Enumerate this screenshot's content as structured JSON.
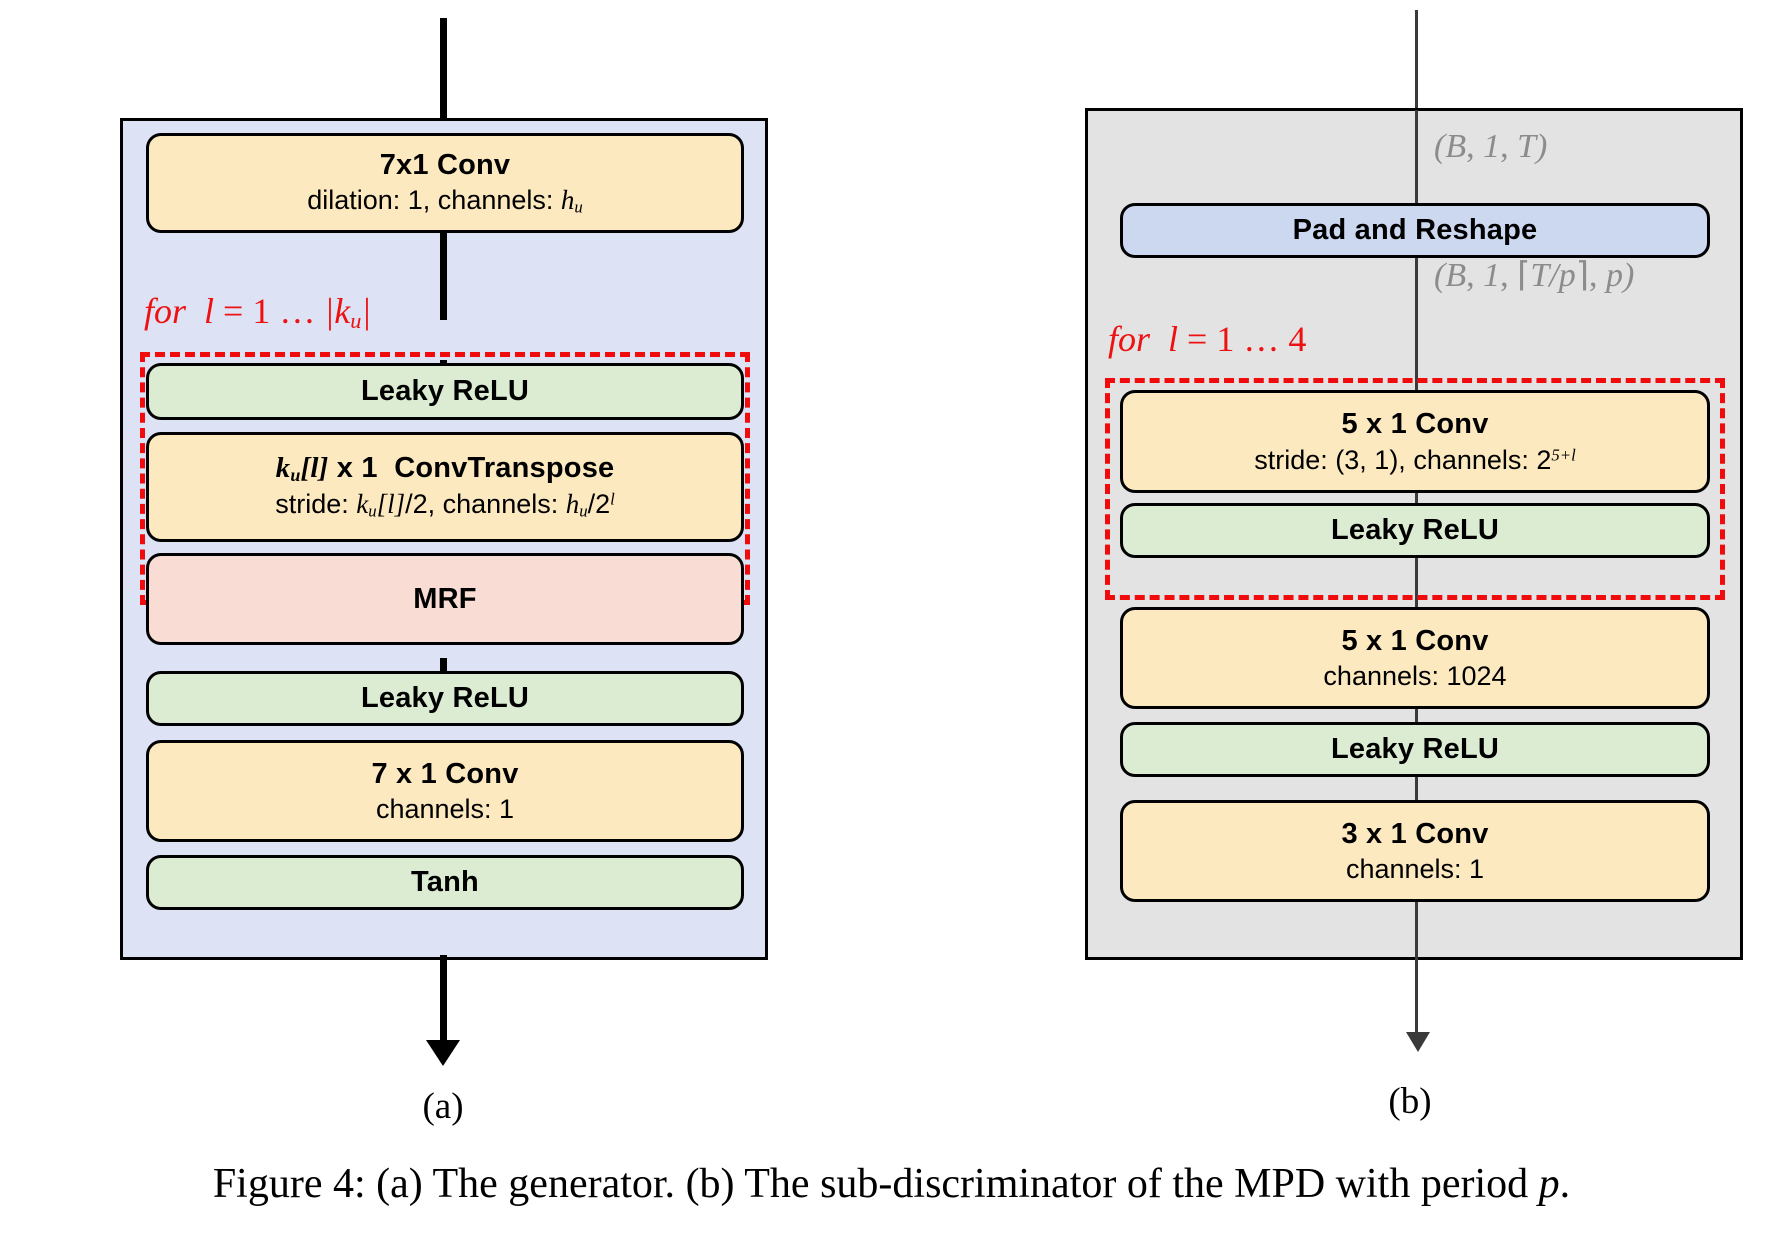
{
  "figure": {
    "caption_prefix": "Figure 4:",
    "caption_a": "(a) The generator.",
    "caption_b": "(b) The sub-discriminator of the MPD with period",
    "caption_sym": "p",
    "caption_end": "."
  },
  "panel_a": {
    "label": "(a)",
    "loop_label": "for  l = 1 … |k_u|",
    "loop_label_parts": {
      "kw": "for",
      "var": "l",
      "eq": "= 1 …",
      "bound": "|k_u|"
    },
    "nodes": [
      {
        "name": "conv-7x1-in",
        "title": "7x1 Conv",
        "subtitle": "dilation: 1, channels: h_u",
        "color": "yellow"
      },
      {
        "name": "leaky-relu-loop",
        "title": "Leaky ReLU",
        "subtitle": "",
        "color": "green"
      },
      {
        "name": "convtranspose",
        "title": "k_u[l] x 1  ConvTranspose",
        "subtitle": "stride: k_u[l]/2, channels: h_u/2^l",
        "color": "yellow"
      },
      {
        "name": "mrf",
        "title": "MRF",
        "subtitle": "",
        "color": "pink"
      },
      {
        "name": "leaky-relu-out",
        "title": "Leaky ReLU",
        "subtitle": "",
        "color": "green"
      },
      {
        "name": "conv-7x1-out",
        "title": "7 x 1  Conv",
        "subtitle": "channels: 1",
        "color": "yellow"
      },
      {
        "name": "tanh",
        "title": "Tanh",
        "subtitle": "",
        "color": "green"
      }
    ]
  },
  "panel_b": {
    "label": "(b)",
    "loop_label": "for  l = 1 … 4",
    "loop_label_parts": {
      "kw": "for",
      "var": "l",
      "eq": "= 1 …",
      "bound": "4"
    },
    "shapes": [
      {
        "name": "shape-input",
        "text": "(B, 1, T)"
      },
      {
        "name": "shape-reshaped",
        "text": "(B, 1, [T/p], p)"
      }
    ],
    "nodes": [
      {
        "name": "pad-and-reshape",
        "title": "Pad and Reshape",
        "subtitle": "",
        "color": "blue"
      },
      {
        "name": "conv-5x1-loop",
        "title": "5 x 1  Conv",
        "subtitle": "stride: (3, 1), channels: 2^5+l",
        "color": "yellow"
      },
      {
        "name": "leaky-relu-loop",
        "title": "Leaky ReLU",
        "subtitle": "",
        "color": "green"
      },
      {
        "name": "conv-5x1-1024",
        "title": "5 x 1  Conv",
        "subtitle": "channels: 1024",
        "color": "yellow"
      },
      {
        "name": "leaky-relu-out",
        "title": "Leaky ReLU",
        "subtitle": "",
        "color": "green"
      },
      {
        "name": "conv-3x1-out",
        "title": "3 x 1  Conv",
        "subtitle": "channels: 1",
        "color": "yellow"
      }
    ]
  },
  "colors": {
    "conv": "#fce9c0",
    "activation": "#dcecd3",
    "mrf": "#f9ddd4",
    "reshape": "#ccd7f0",
    "panel_a_bg": "#dde3f4",
    "panel_b_bg": "#e3e3e3",
    "loop": "#ee1111",
    "shape_text": "#8c8c8c"
  }
}
